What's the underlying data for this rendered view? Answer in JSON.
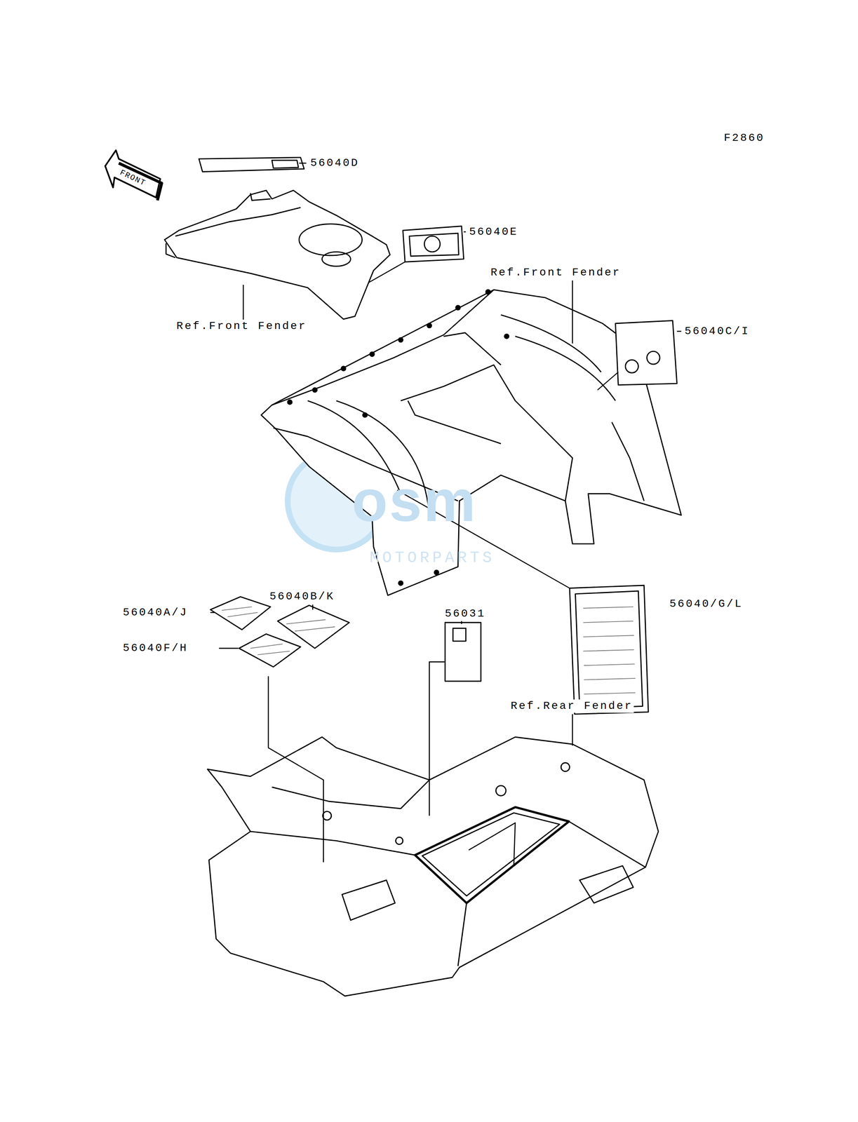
{
  "diagram": {
    "labels": [
      "F2860",
      "FRONT",
      "56040D",
      "56040E",
      "Ref.Front Fender",
      "Ref.Front Fender",
      "56040C/I",
      "56040B/K",
      "56040A/J",
      "56040F/H",
      "56031",
      "56040/G/L",
      "Ref.Rear Fender",
      "osm",
      "MOTORPARTS"
    ]
  }
}
